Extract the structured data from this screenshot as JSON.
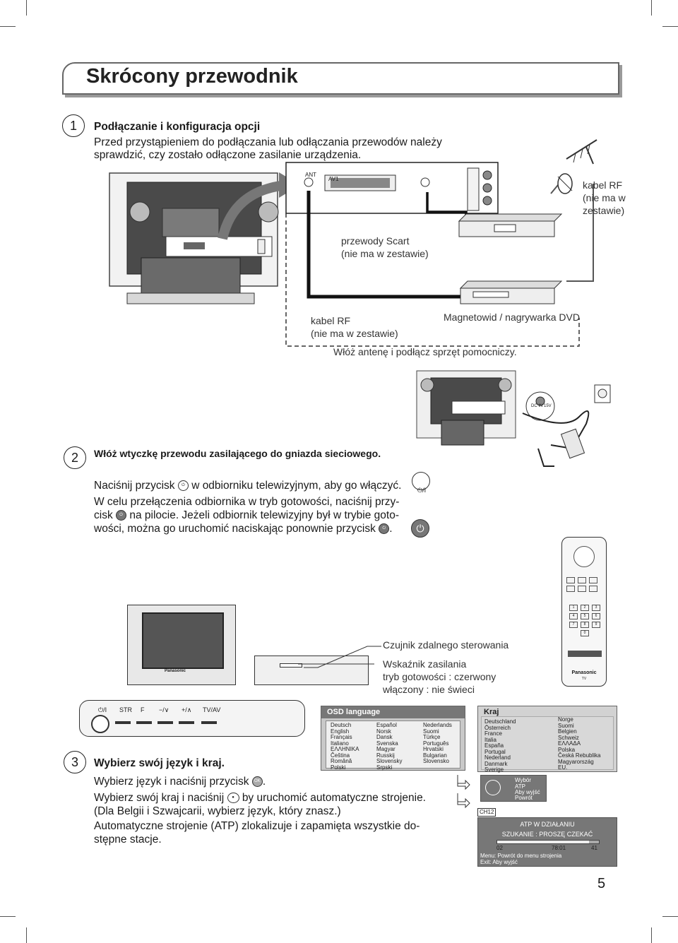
{
  "page_title": "Skrócony przewodnik",
  "page_number": "5",
  "step1": {
    "number": "1",
    "heading": "Podłączanie i konfiguracja opcji",
    "text_line1": "Przed przystąpieniem do podłączania lub odłączania przewodów należy",
    "text_line2": "sprawdzić, czy zostało odłączone zasilanie urządzenia.",
    "label_rf_top_1": "kabel RF",
    "label_rf_top_2": "(nie ma w",
    "label_rf_top_3": "zestawie)",
    "label_scart_1": "przewody Scart",
    "label_scart_2": "(nie ma w zestawie)",
    "label_rf_bottom_1": "kabel RF",
    "label_rf_bottom_2": "(nie ma w zestawie)",
    "label_vcr": "Magnetowid / nagrywarka DVD",
    "label_instruction": "Włóż antenę i podłącz sprzęt pomocniczy.",
    "label_ant": "ANT",
    "label_av1": "AV1",
    "label_dc": "DC IN 15V"
  },
  "step2": {
    "number": "2",
    "heading": "Włóż wtyczkę przewodu zasilającego do gniazda sieciowego.",
    "p1_before": "Naciśnij przycisk",
    "p1_after": "w odbiorniku telewizyjnym, aby go włączyć.",
    "p2_line1": "W celu przełączenia odbiornika w tryb gotowości, naciśnij przy-",
    "p2_line2_a": "cisk",
    "p2_line2_b": "na pilocie. Jeżeli odbiornik telewizyjny był w trybie goto-",
    "p2_line3_a": "wości, można go uruchomić naciskając ponownie przycisk",
    "p2_line3_b": ".",
    "power_label": "⏻/I",
    "label_sensor": "Czujnik zdalnego sterowania",
    "label_indicator_1": "Wskaźnik zasilania",
    "label_indicator_2": "tryb gotowości : czerwony",
    "label_indicator_3": "włączony : nie świeci",
    "tv_brand": "Panasonic",
    "remote_brand": "Panasonic",
    "remote_sub": "TV",
    "front_buttons": [
      "⏻/I",
      "STR",
      "F",
      "−/∨",
      "+/∧",
      "TV/AV"
    ]
  },
  "step3": {
    "number": "3",
    "heading": "Wybierz swój język i kraj.",
    "line1_before": "Wybierz język i naciśnij przycisk",
    "line1_after": ".",
    "line2_before": "Wybierz swój kraj i naciśnij",
    "line2_after": "by uruchomić automatyczne strojenie.",
    "line3": "(Dla Belgii i Szwajcarii, wybierz język, który znasz.)",
    "line4": "Automatyczne strojenie (ATP) zlokalizuje i zapamięta wszystkie do-",
    "line5": "stępne stacje.",
    "ok_label": "OK"
  },
  "osd_language": {
    "title": "OSD language",
    "col1": [
      "Deutsch",
      "English",
      "Français",
      "Italiano",
      "ΕΛΛΗΝΙΚΑ",
      "Čeština",
      "Română",
      "Polski"
    ],
    "col2": [
      "Español",
      "Norsk",
      "Dansk",
      "Svenska",
      "Magyar",
      "Russkij",
      "Slovensky",
      "Srpski"
    ],
    "col3": [
      "Nederlands",
      "Suomi",
      "Türkçe",
      "Português",
      "Hrvatski",
      "Bulgarian",
      "Slovensko"
    ]
  },
  "kraj": {
    "title": "Kraj",
    "col1": [
      "Deutschland",
      "Österreich",
      "France",
      "Italia",
      "España",
      "Portugal",
      "Nederland",
      "Danmark",
      "Sverige"
    ],
    "col2": [
      "Norge",
      "Suomi",
      "Belgien",
      "Schweiz",
      "ΕΛΛΑΔΑ",
      "Polska",
      "Česká Rebublika",
      "Magyarország",
      "EU."
    ]
  },
  "nav_hint": {
    "select": "Wybór",
    "atp": "ATP",
    "exit": "Aby wyjść",
    "back": "Powrót"
  },
  "atp_screen": {
    "channel": "CH12",
    "title": "ATP W DZIAŁANIU",
    "searching": "SZUKANIE : PROSZĘ CZEKAĆ",
    "progress_start": "02",
    "progress_mid": "78:01",
    "progress_end": "41",
    "progress_fraction": 0.9,
    "menu_hint": "Menu: Powrót do menu strojenia",
    "exit_hint": "Exit: Aby wyjść"
  }
}
